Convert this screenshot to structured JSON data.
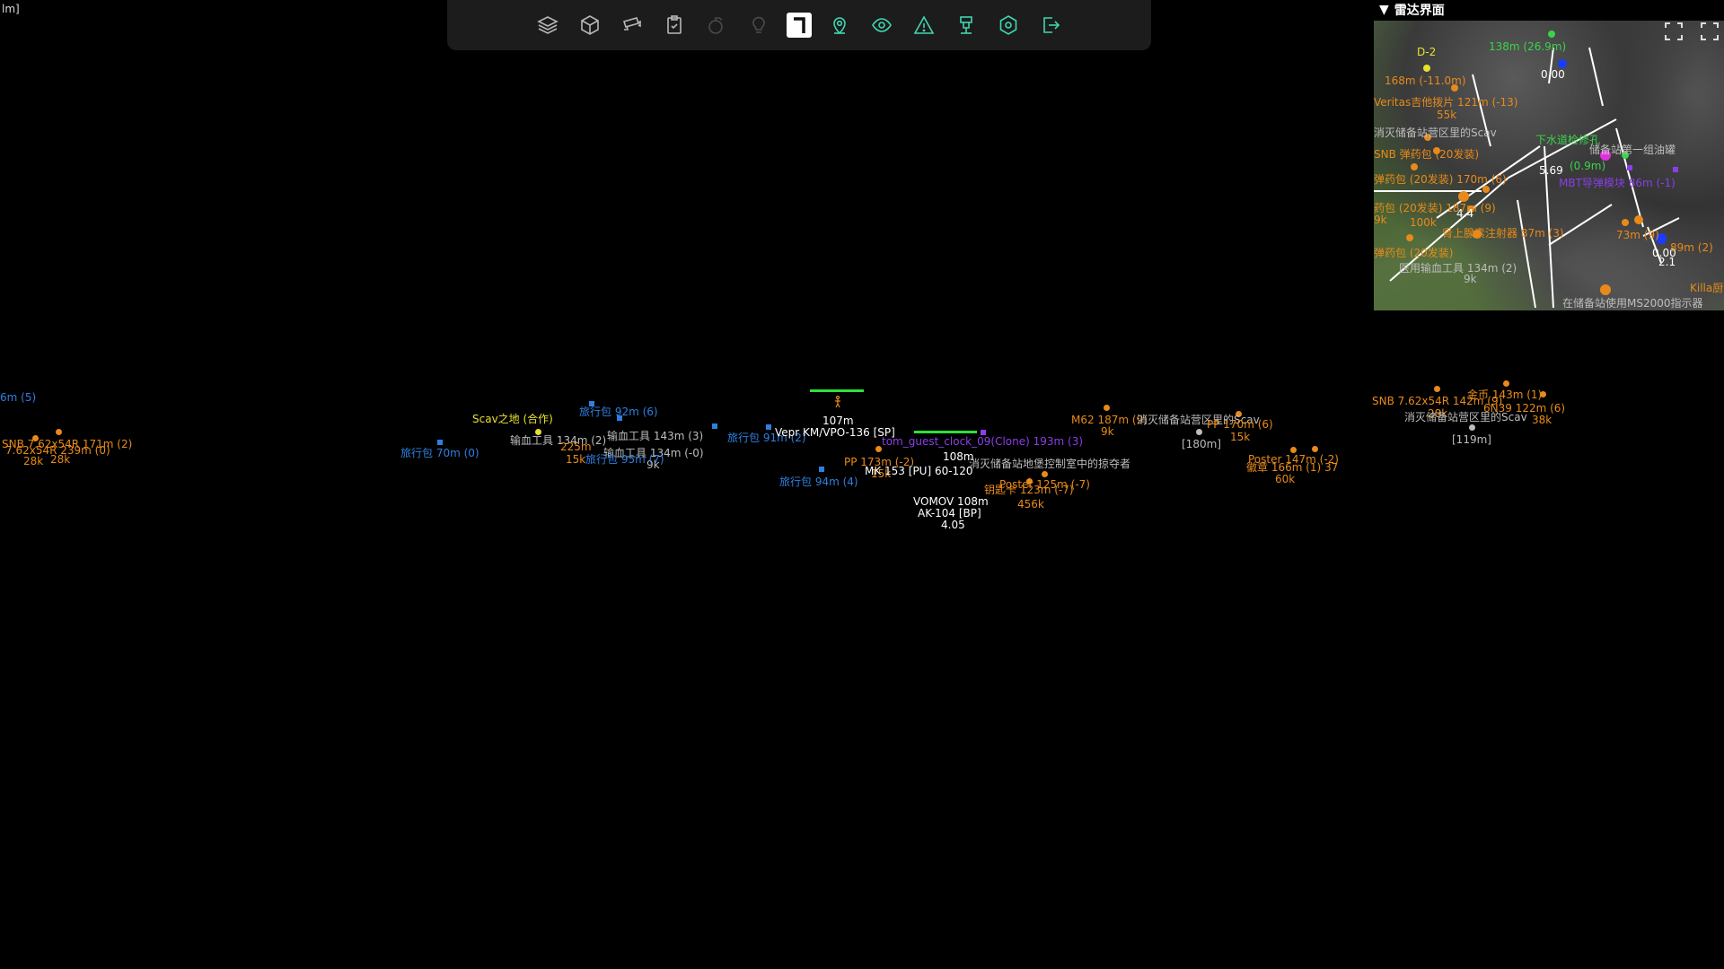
{
  "corner_text": "lm]",
  "toolbar": {
    "buttons": [
      {
        "name": "layers-icon",
        "active": false,
        "color": "#b8b8b8"
      },
      {
        "name": "box-icon",
        "active": false,
        "color": "#b8b8b8"
      },
      {
        "name": "camera-icon",
        "active": false,
        "color": "#b8b8b8"
      },
      {
        "name": "clipboard-check-icon",
        "active": false,
        "color": "#b8b8b8"
      },
      {
        "name": "grenade-icon",
        "active": false,
        "color": "#4a4a4a"
      },
      {
        "name": "bulb-icon",
        "active": false,
        "color": "#4a4a4a"
      },
      {
        "name": "crosshair-icon",
        "active": true,
        "color": "#111111"
      },
      {
        "name": "map-pin-icon",
        "active": false,
        "color": "#3fd6b0"
      },
      {
        "name": "eye-icon",
        "active": false,
        "color": "#3fd6b0"
      },
      {
        "name": "warning-icon",
        "active": false,
        "color": "#3fd6b0"
      },
      {
        "name": "exfil-icon",
        "active": false,
        "color": "#3fd6b0"
      },
      {
        "name": "settings-icon",
        "active": false,
        "color": "#3fd6b0"
      },
      {
        "name": "logout-icon",
        "active": false,
        "color": "#3fd6b0"
      }
    ]
  },
  "radar": {
    "title": "雷达界面",
    "toggle": "▼",
    "labels": [
      {
        "text": "138m (26.9m)",
        "color": "#39d34a"
      },
      {
        "text": "D-2",
        "color": "#e8e030"
      },
      {
        "text": "0.00",
        "color": "#ffffff"
      },
      {
        "text": "168m (-11.0m)",
        "color": "#e88a1a"
      },
      {
        "text": "Veritas吉他拨片 121m (-13)",
        "color": "#e88a1a"
      },
      {
        "text": "55k",
        "color": "#e88a1a"
      },
      {
        "text": "消灭储备站营区里的Scav",
        "color": "#bdbdbd"
      },
      {
        "text": "下水道检修孔",
        "color": "#39d34a"
      },
      {
        "text": "储备站第一组油罐",
        "color": "#bdbdbd"
      },
      {
        "text": "SNB 弹药包 (20发装)",
        "color": "#e88a1a"
      },
      {
        "text": "(0.9m)",
        "color": "#39d34a"
      },
      {
        "text": "5.69",
        "color": "#ffffff"
      },
      {
        "text": "弹药包 (20发装) 170m (6)",
        "color": "#e88a1a"
      },
      {
        "text": "MBT导弹模块 86m (-1)",
        "color": "#8a3ee8"
      },
      {
        "text": "药包 (20发装) 187m (9)",
        "color": "#e88a1a"
      },
      {
        "text": "4.4",
        "color": "#ffffff"
      },
      {
        "text": "9k",
        "color": "#e88a1a"
      },
      {
        "text": "100k",
        "color": "#e88a1a"
      },
      {
        "text": "肾上腺素注射器 87m (3)",
        "color": "#e88a1a"
      },
      {
        "text": "73m (9)",
        "color": "#e88a1a"
      },
      {
        "text": "0.00",
        "color": "#ffffff"
      },
      {
        "text": "89m (2)",
        "color": "#e88a1a"
      },
      {
        "text": "弹药包 (20发装)",
        "color": "#e88a1a"
      },
      {
        "text": "医用输血工具 134m (2)",
        "color": "#bdbdbd"
      },
      {
        "text": "9k",
        "color": "#bdbdbd"
      },
      {
        "text": "2.1",
        "color": "#ffffff"
      },
      {
        "text": "Killa厨",
        "color": "#e88a1a"
      },
      {
        "text": "在储备站使用MS2000指示器",
        "color": "#bdbdbd"
      }
    ]
  },
  "world": {
    "labels": [
      {
        "text": "6m (5)",
        "color": "blue"
      },
      {
        "text": "SNB 7.62x54R 171m (2)",
        "color": "orange"
      },
      {
        "text": "7.62x54R 239m (0)",
        "color": "orange"
      },
      {
        "text": "28k",
        "color": "orange"
      },
      {
        "text": "28k",
        "color": "orange"
      },
      {
        "text": "旅行包 70m (0)",
        "color": "blue"
      },
      {
        "text": "Scav之地 (合作)",
        "color": "yellow"
      },
      {
        "text": "旅行包 92m (6)",
        "color": "blue"
      },
      {
        "text": "输血工具 134m (2)",
        "color": "gray"
      },
      {
        "text": "输血工具 143m (3)",
        "color": "gray"
      },
      {
        "text": "输血工具 134m (-0)",
        "color": "gray"
      },
      {
        "text": "9k",
        "color": "gray"
      },
      {
        "text": "旅行包 95m (7)",
        "color": "blue"
      },
      {
        "text": "15k",
        "color": "orange"
      },
      {
        "text": "225m",
        "color": "orange"
      },
      {
        "text": "旅行包 91m (2)",
        "color": "blue"
      },
      {
        "text": "107m",
        "color": "white"
      },
      {
        "text": "Vepr KM/VPO-136 [SP]",
        "color": "white"
      },
      {
        "text": "tom_guest_clock_09(Clone) 193m (3)",
        "color": "purple"
      },
      {
        "text": "PP 173m (-2)",
        "color": "orange"
      },
      {
        "text": "15k",
        "color": "orange"
      },
      {
        "text": "108m",
        "color": "white"
      },
      {
        "text": "MK 153 [PU] 60-120",
        "color": "white"
      },
      {
        "text": "消灭储备站地堡控制室中的掠夺者",
        "color": "gray"
      },
      {
        "text": "旅行包 94m (4)",
        "color": "blue"
      },
      {
        "text": "VOMOV 108m",
        "color": "white"
      },
      {
        "text": "AK-104 [BP]",
        "color": "white"
      },
      {
        "text": "4.05",
        "color": "white"
      },
      {
        "text": "M62 187m (9)",
        "color": "orange"
      },
      {
        "text": "9k",
        "color": "orange"
      },
      {
        "text": "消灭储备站营区里的Scav",
        "color": "gray"
      },
      {
        "text": "[180m]",
        "color": "gray"
      },
      {
        "text": "PP 170m (6)",
        "color": "orange"
      },
      {
        "text": "15k",
        "color": "orange"
      },
      {
        "text": "钥匙卡 123m (-7)",
        "color": "orange"
      },
      {
        "text": "Poster 125m (-7)",
        "color": "orange"
      },
      {
        "text": "456k",
        "color": "orange"
      },
      {
        "text": "Poster 147m (-2)",
        "color": "orange"
      },
      {
        "text": "徽章 166m (1) 37",
        "color": "orange"
      },
      {
        "text": "60k",
        "color": "orange"
      },
      {
        "text": "SNB 7.62x54R 142m (9)",
        "color": "orange"
      },
      {
        "text": "28k",
        "color": "orange"
      },
      {
        "text": "金币 143m (1)",
        "color": "orange"
      },
      {
        "text": "6N39 122m (6)",
        "color": "orange"
      },
      {
        "text": "38k",
        "color": "orange"
      },
      {
        "text": "消灭储备站营区里的Scav",
        "color": "gray"
      },
      {
        "text": "[119m]",
        "color": "gray"
      }
    ]
  }
}
